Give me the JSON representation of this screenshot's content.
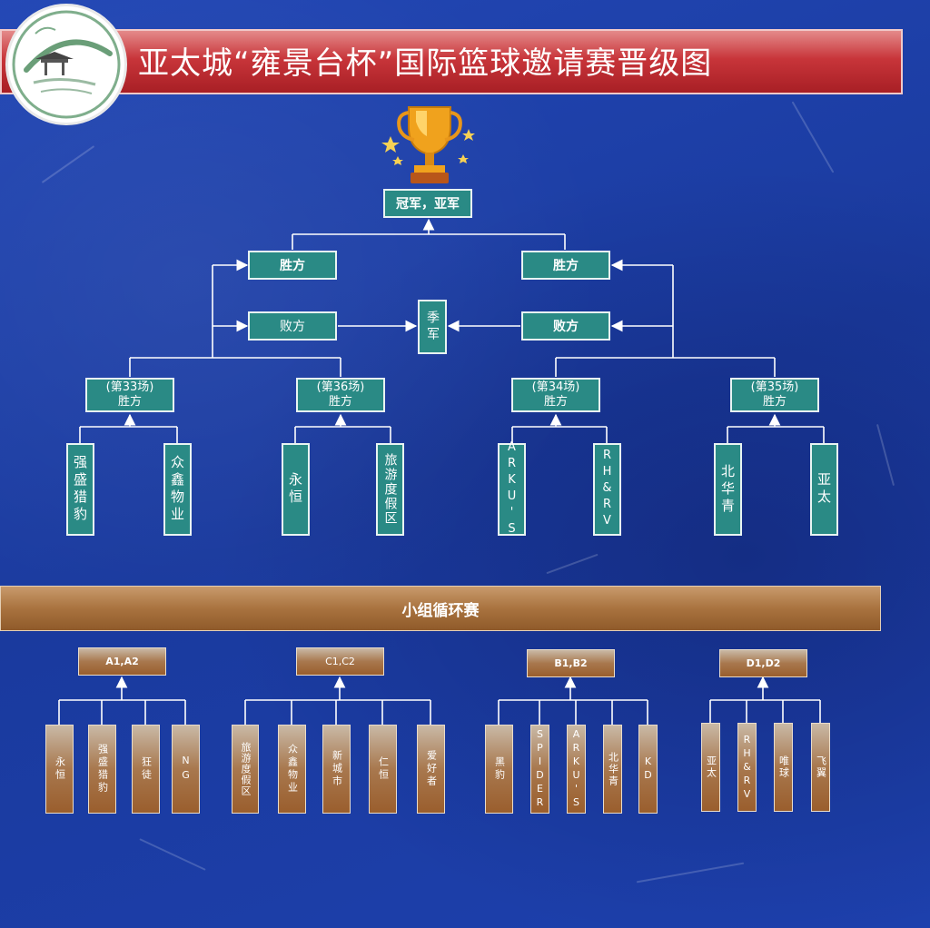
{
  "title": "亚太城“雍景台杯”国际篮球邀请赛晋级图",
  "colors": {
    "teal": "#2a8a85",
    "brown": "#a8784e",
    "background": "#1d3fa8",
    "title_red": "#c8353a"
  },
  "bracket": {
    "champion": "冠军，亚军",
    "left_winner": "胜方",
    "right_winner": "胜方",
    "left_loser": "败方",
    "right_loser": "败方",
    "third_place": "季军",
    "semis": [
      {
        "match": "(第33场)",
        "label": "胜方",
        "teams": [
          "强盛猎豹",
          "众鑫物业"
        ]
      },
      {
        "match": "(第36场)",
        "label": "胜方",
        "teams": [
          "永恒",
          "旅游度假区"
        ]
      },
      {
        "match": "(第34场)",
        "label": "胜方",
        "teams": [
          "ARKU'S",
          "RH&RV"
        ]
      },
      {
        "match": "(第35场)",
        "label": "胜方",
        "teams": [
          "北华青",
          "亚太"
        ]
      }
    ]
  },
  "group_stage": {
    "title": "小组循环赛",
    "groups": [
      {
        "label": "A1,A2",
        "teams": [
          "永恒",
          "强盛猎豹",
          "狂徒",
          "NG"
        ]
      },
      {
        "label": "C1,C2",
        "teams": [
          "旅游度假区",
          "众鑫物业",
          "新城市",
          "仁恒",
          "爱好者"
        ]
      },
      {
        "label": "B1,B2",
        "teams": [
          "黑豹",
          "SPIDER",
          "ARKU'S",
          "北华青",
          "KD"
        ]
      },
      {
        "label": "D1,D2",
        "teams": [
          "亚太",
          "RH&RV",
          "唯球",
          "飞翼"
        ]
      }
    ]
  },
  "icons": {
    "logo": "pavilion-logo-icon",
    "trophy": "trophy-icon"
  }
}
